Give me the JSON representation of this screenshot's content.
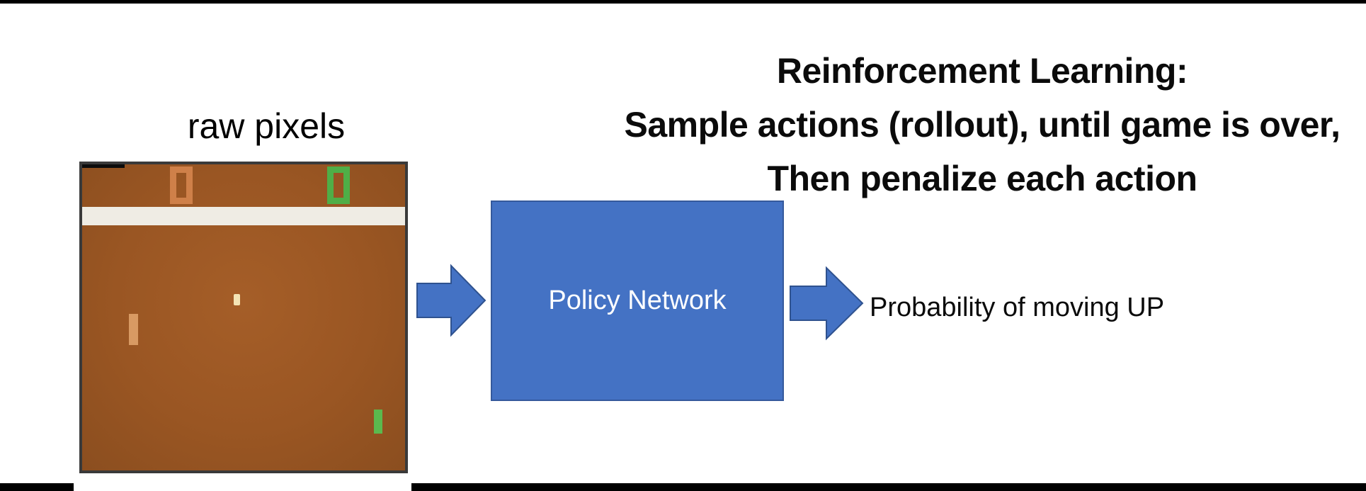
{
  "slide": {
    "title": {
      "lines": [
        "Reinforcement Learning:",
        "Sample actions (rollout), until game is over,",
        "Then penalize each action"
      ]
    },
    "raw_pixels_label": "raw pixels",
    "game": {
      "score_left": "0",
      "score_right": "0"
    },
    "policy_network_label": "Policy Network",
    "output_label": "Probability of moving UP",
    "colors": {
      "policy_box_fill": "#4472C4",
      "policy_box_border": "#35599C",
      "arrow_fill": "#4472C4",
      "arrow_border": "#2F528F",
      "game_field_brown": "#9A5623",
      "game_frame_border": "#3A3A3A",
      "score_left_orange": "#CF8049",
      "score_right_green": "#4FAE47",
      "paddle_left_tan": "#D89A63",
      "paddle_right_green": "#5BB94E",
      "ball_cream": "#F4E4B5",
      "stripe_white": "#EFECE4",
      "bar_black": "#000000"
    }
  }
}
